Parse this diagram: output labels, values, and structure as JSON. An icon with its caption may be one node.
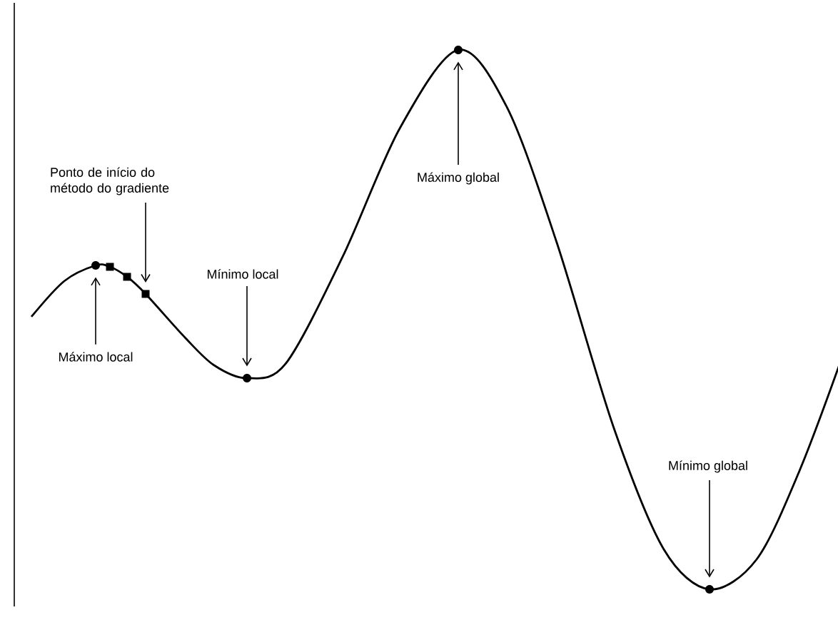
{
  "diagram": {
    "nodes": [
      {
        "text": [
          "Ponto de início do método do gradiente"
        ]
      },
      {
        "text": [],
        "shape": "circle"
      },
      {
        "text": [],
        "shape": "box"
      },
      {
        "text": [],
        "shape": "box"
      },
      {
        "text": [],
        "shape": "box"
      },
      {
        "text": [
          "Mínimo local"
        ]
      },
      {
        "text": [],
        "shape": "circle"
      },
      {
        "text": [
          "Máximo local"
        ]
      },
      {
        "text": [],
        "shape": "circle"
      },
      {
        "text": [
          "Máximo global"
        ]
      },
      {
        "text": [
          "Mínimo global"
        ]
      },
      {
        "text": [],
        "shape": "circle"
      }
    ],
    "edges": [
      {
        "from": 0,
        "to": 4,
        "arrow": "to"
      },
      {
        "from": 7,
        "to": 1,
        "arrow": "to"
      },
      {
        "from": 5,
        "to": 6,
        "arrow": "to"
      },
      {
        "from": 9,
        "to": 8,
        "arrow": "to"
      },
      {
        "from": 10,
        "to": 11,
        "arrow": "to"
      }
    ]
  }
}
